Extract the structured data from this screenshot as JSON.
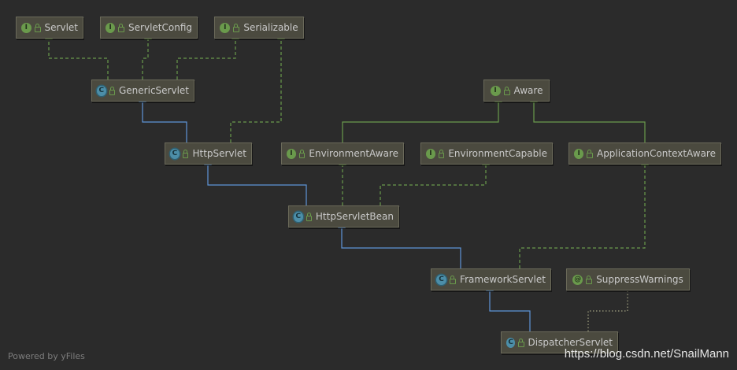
{
  "colors": {
    "background": "#2b2b2b",
    "node_fill": "#4b4a3f",
    "node_border": "#6b6a5a",
    "extends_edge": "#5e95d8",
    "implements_edge": "#6a9a4c",
    "annotation_edge": "#a0a080"
  },
  "nodes": {
    "servlet": {
      "label": "Servlet",
      "kind": "interface",
      "icon": "interface-icon"
    },
    "servlet_config": {
      "label": "ServletConfig",
      "kind": "interface",
      "icon": "interface-icon"
    },
    "serializable": {
      "label": "Serializable",
      "kind": "interface",
      "icon": "interface-icon"
    },
    "generic_servlet": {
      "label": "GenericServlet",
      "kind": "abstract-class",
      "icon": "abstract-class-icon"
    },
    "aware": {
      "label": "Aware",
      "kind": "interface",
      "icon": "interface-icon"
    },
    "http_servlet": {
      "label": "HttpServlet",
      "kind": "abstract-class",
      "icon": "abstract-class-icon"
    },
    "environment_aware": {
      "label": "EnvironmentAware",
      "kind": "interface",
      "icon": "interface-icon"
    },
    "environment_capable": {
      "label": "EnvironmentCapable",
      "kind": "interface",
      "icon": "interface-icon"
    },
    "application_context_aware": {
      "label": "ApplicationContextAware",
      "kind": "interface",
      "icon": "interface-icon"
    },
    "http_servlet_bean": {
      "label": "HttpServletBean",
      "kind": "abstract-class",
      "icon": "abstract-class-icon"
    },
    "framework_servlet": {
      "label": "FrameworkServlet",
      "kind": "abstract-class",
      "icon": "abstract-class-icon"
    },
    "suppress_warnings": {
      "label": "SuppressWarnings",
      "kind": "annotation",
      "icon": "annotation-icon"
    },
    "dispatcher_servlet": {
      "label": "DispatcherServlet",
      "kind": "class",
      "icon": "class-icon"
    }
  },
  "footer": {
    "powered_by": "Powered by yFiles"
  },
  "watermark": {
    "text": "https://blog.csdn.net/SnailMann"
  }
}
